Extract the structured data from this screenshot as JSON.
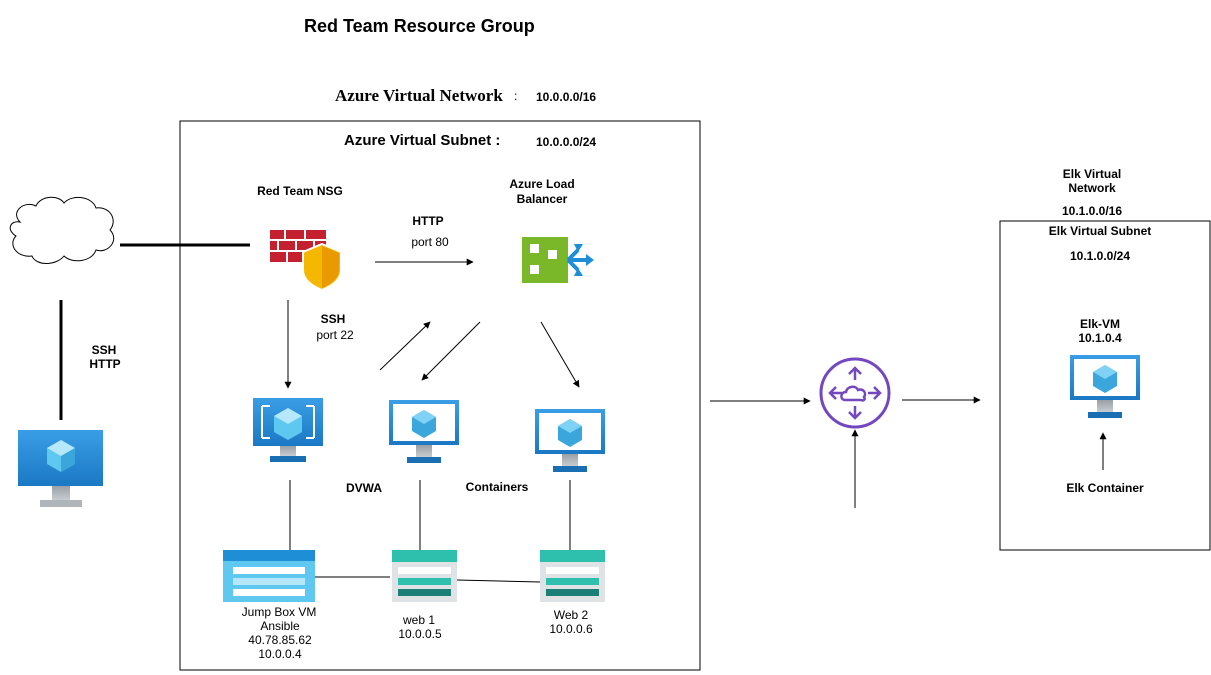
{
  "title": "Red Team Resource Group",
  "vnet": {
    "label": "Azure Virtual Network",
    "separator": ":",
    "cidr": "10.0.0.0/16"
  },
  "subnet": {
    "label": "Azure Virtual Subnet :",
    "cidr": "10.0.0.0/24"
  },
  "nsg": {
    "label": "Red Team NSG",
    "icon": "firewall-shield-icon"
  },
  "load_balancer": {
    "label_line1": "Azure Load",
    "label_line2": "Balancer",
    "icon": "load-balancer-icon"
  },
  "http_link": {
    "protocol": "HTTP",
    "port": "port 80"
  },
  "ssh_link": {
    "protocol": "SSH",
    "port": "port 22"
  },
  "client_link": {
    "line1": "SSH",
    "line2": "HTTP"
  },
  "labels": {
    "dvwa": "DVWA",
    "containers": "Containers"
  },
  "jumpbox": {
    "line1": "Jump Box VM",
    "line2": "Ansible",
    "public_ip": "40.78.85.62",
    "private_ip": "10.0.0.4"
  },
  "web1": {
    "name": "web 1",
    "ip": "10.0.0.5"
  },
  "web2": {
    "name": "Web 2",
    "ip": "10.0.0.6"
  },
  "elk": {
    "vnet_line1": "Elk Virtual",
    "vnet_line2": "Network",
    "vnet_cidr": "10.1.0.0/16",
    "subnet_label": "Elk Virtual Subnet",
    "subnet_cidr": "10.1.0.0/24",
    "vm_name": "Elk-VM",
    "vm_ip": "10.1.0.4",
    "container": "Elk Container"
  },
  "colors": {
    "azure_blue": "#1e8fd6",
    "nsg_red": "#c5202f",
    "shield_yellow": "#f5b800",
    "lb_green": "#7ab829",
    "peering_purple": "#7347c0",
    "storage_teal": "#2fbfad"
  }
}
